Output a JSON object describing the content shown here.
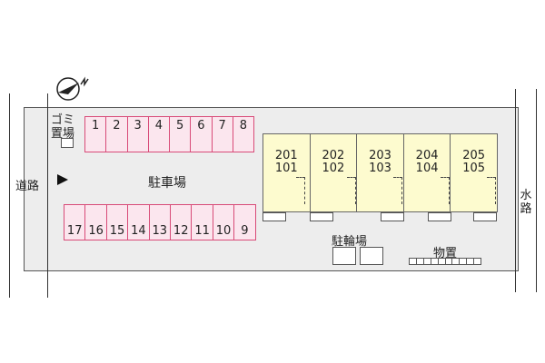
{
  "compass": {
    "label": "N"
  },
  "labels": {
    "garbage_top": "ゴミ",
    "garbage_bottom": "置場",
    "parking": "駐車場",
    "bicycle": "駐輪場",
    "storage": "物置",
    "road_left": "道路",
    "road_right": "水路"
  },
  "parking_top": [
    "1",
    "2",
    "3",
    "4",
    "5",
    "6",
    "7",
    "8"
  ],
  "parking_bottom": [
    "17",
    "16",
    "15",
    "14",
    "13",
    "12",
    "11",
    "10",
    "9"
  ],
  "units": [
    {
      "upper": "201",
      "lower": "101"
    },
    {
      "upper": "202",
      "lower": "102"
    },
    {
      "upper": "203",
      "lower": "103"
    },
    {
      "upper": "204",
      "lower": "104"
    },
    {
      "upper": "205",
      "lower": "105"
    }
  ],
  "colors": {
    "parking_fill": "#fbe6ee",
    "parking_border": "#d84b78",
    "unit_fill": "#fdfbcf",
    "site_fill": "#ededed"
  }
}
